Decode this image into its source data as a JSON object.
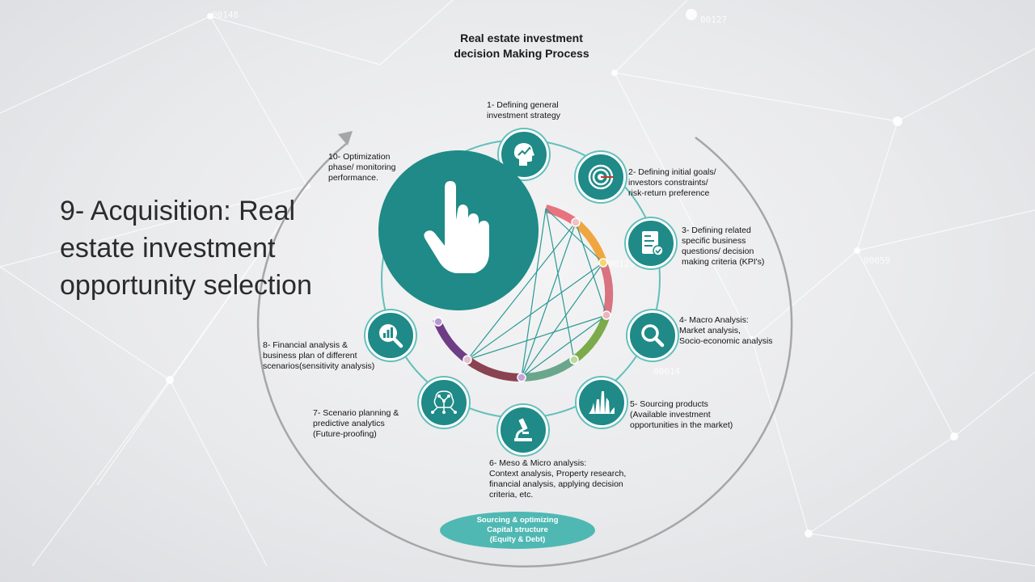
{
  "title_line1": "Real estate investment",
  "title_line2": "decision Making Process",
  "caption": {
    "line1": "9- Acquisition: Real",
    "line2": "estate investment",
    "line3": "opportunity selection"
  },
  "steps": [
    {
      "lines": [
        "1- Defining general",
        "investment strategy"
      ],
      "icon": "brain-growth-icon"
    },
    {
      "lines": [
        "2- Defining initial goals/",
        "investors constraints/",
        "risk-return preference"
      ],
      "icon": "target-icon"
    },
    {
      "lines": [
        "3- Defining related",
        "specific business",
        "questions/ decision",
        "making criteria (KPI's)"
      ],
      "icon": "checklist-document-icon"
    },
    {
      "lines": [
        "4- Macro Analysis:",
        "Market analysis,",
        "Socio-economic analysis"
      ],
      "icon": "magnifier-icon"
    },
    {
      "lines": [
        "5- Sourcing products",
        "(Available investment",
        " opportunities in the market)"
      ],
      "icon": "city-skyline-icon"
    },
    {
      "lines": [
        "6- Meso & Micro analysis:",
        "Context analysis, Property research,",
        "financial analysis, applying decision",
        "criteria, etc."
      ],
      "icon": "microscope-icon"
    },
    {
      "lines": [
        "7- Scenario planning &",
        "predictive analytics",
        "(Future-proofing)"
      ],
      "icon": "network-brain-icon"
    },
    {
      "lines": [
        "8- Financial analysis &",
        "business plan of different",
        "scenarios(sensitivity analysis)"
      ],
      "icon": "chart-magnifier-icon"
    },
    {
      "lines": [
        "10- Optimization",
        "phase/ monitoring",
        "performance."
      ],
      "icon": "hand-pointer-icon"
    }
  ],
  "capital": {
    "line1": "Sourcing & optimizing",
    "line2": "Capital structure",
    "line3": "(Equity & Debt)"
  },
  "background_codes": [
    "00148",
    "00127",
    "00123",
    "00059",
    "00014"
  ],
  "colors": {
    "teal": "#1f8a87",
    "light_teal": "#63bfbb",
    "capital_teal": "#4fb8b3",
    "arc_pink": "#e8737e",
    "arc_orange": "#f0a640",
    "arc_rose": "#d8737f",
    "arc_green": "#7bab4a",
    "arc_sage": "#6aa68c",
    "arc_maroon": "#8a4351",
    "arc_purple": "#6e3d86",
    "outer_arc": "#a6a6a6"
  }
}
